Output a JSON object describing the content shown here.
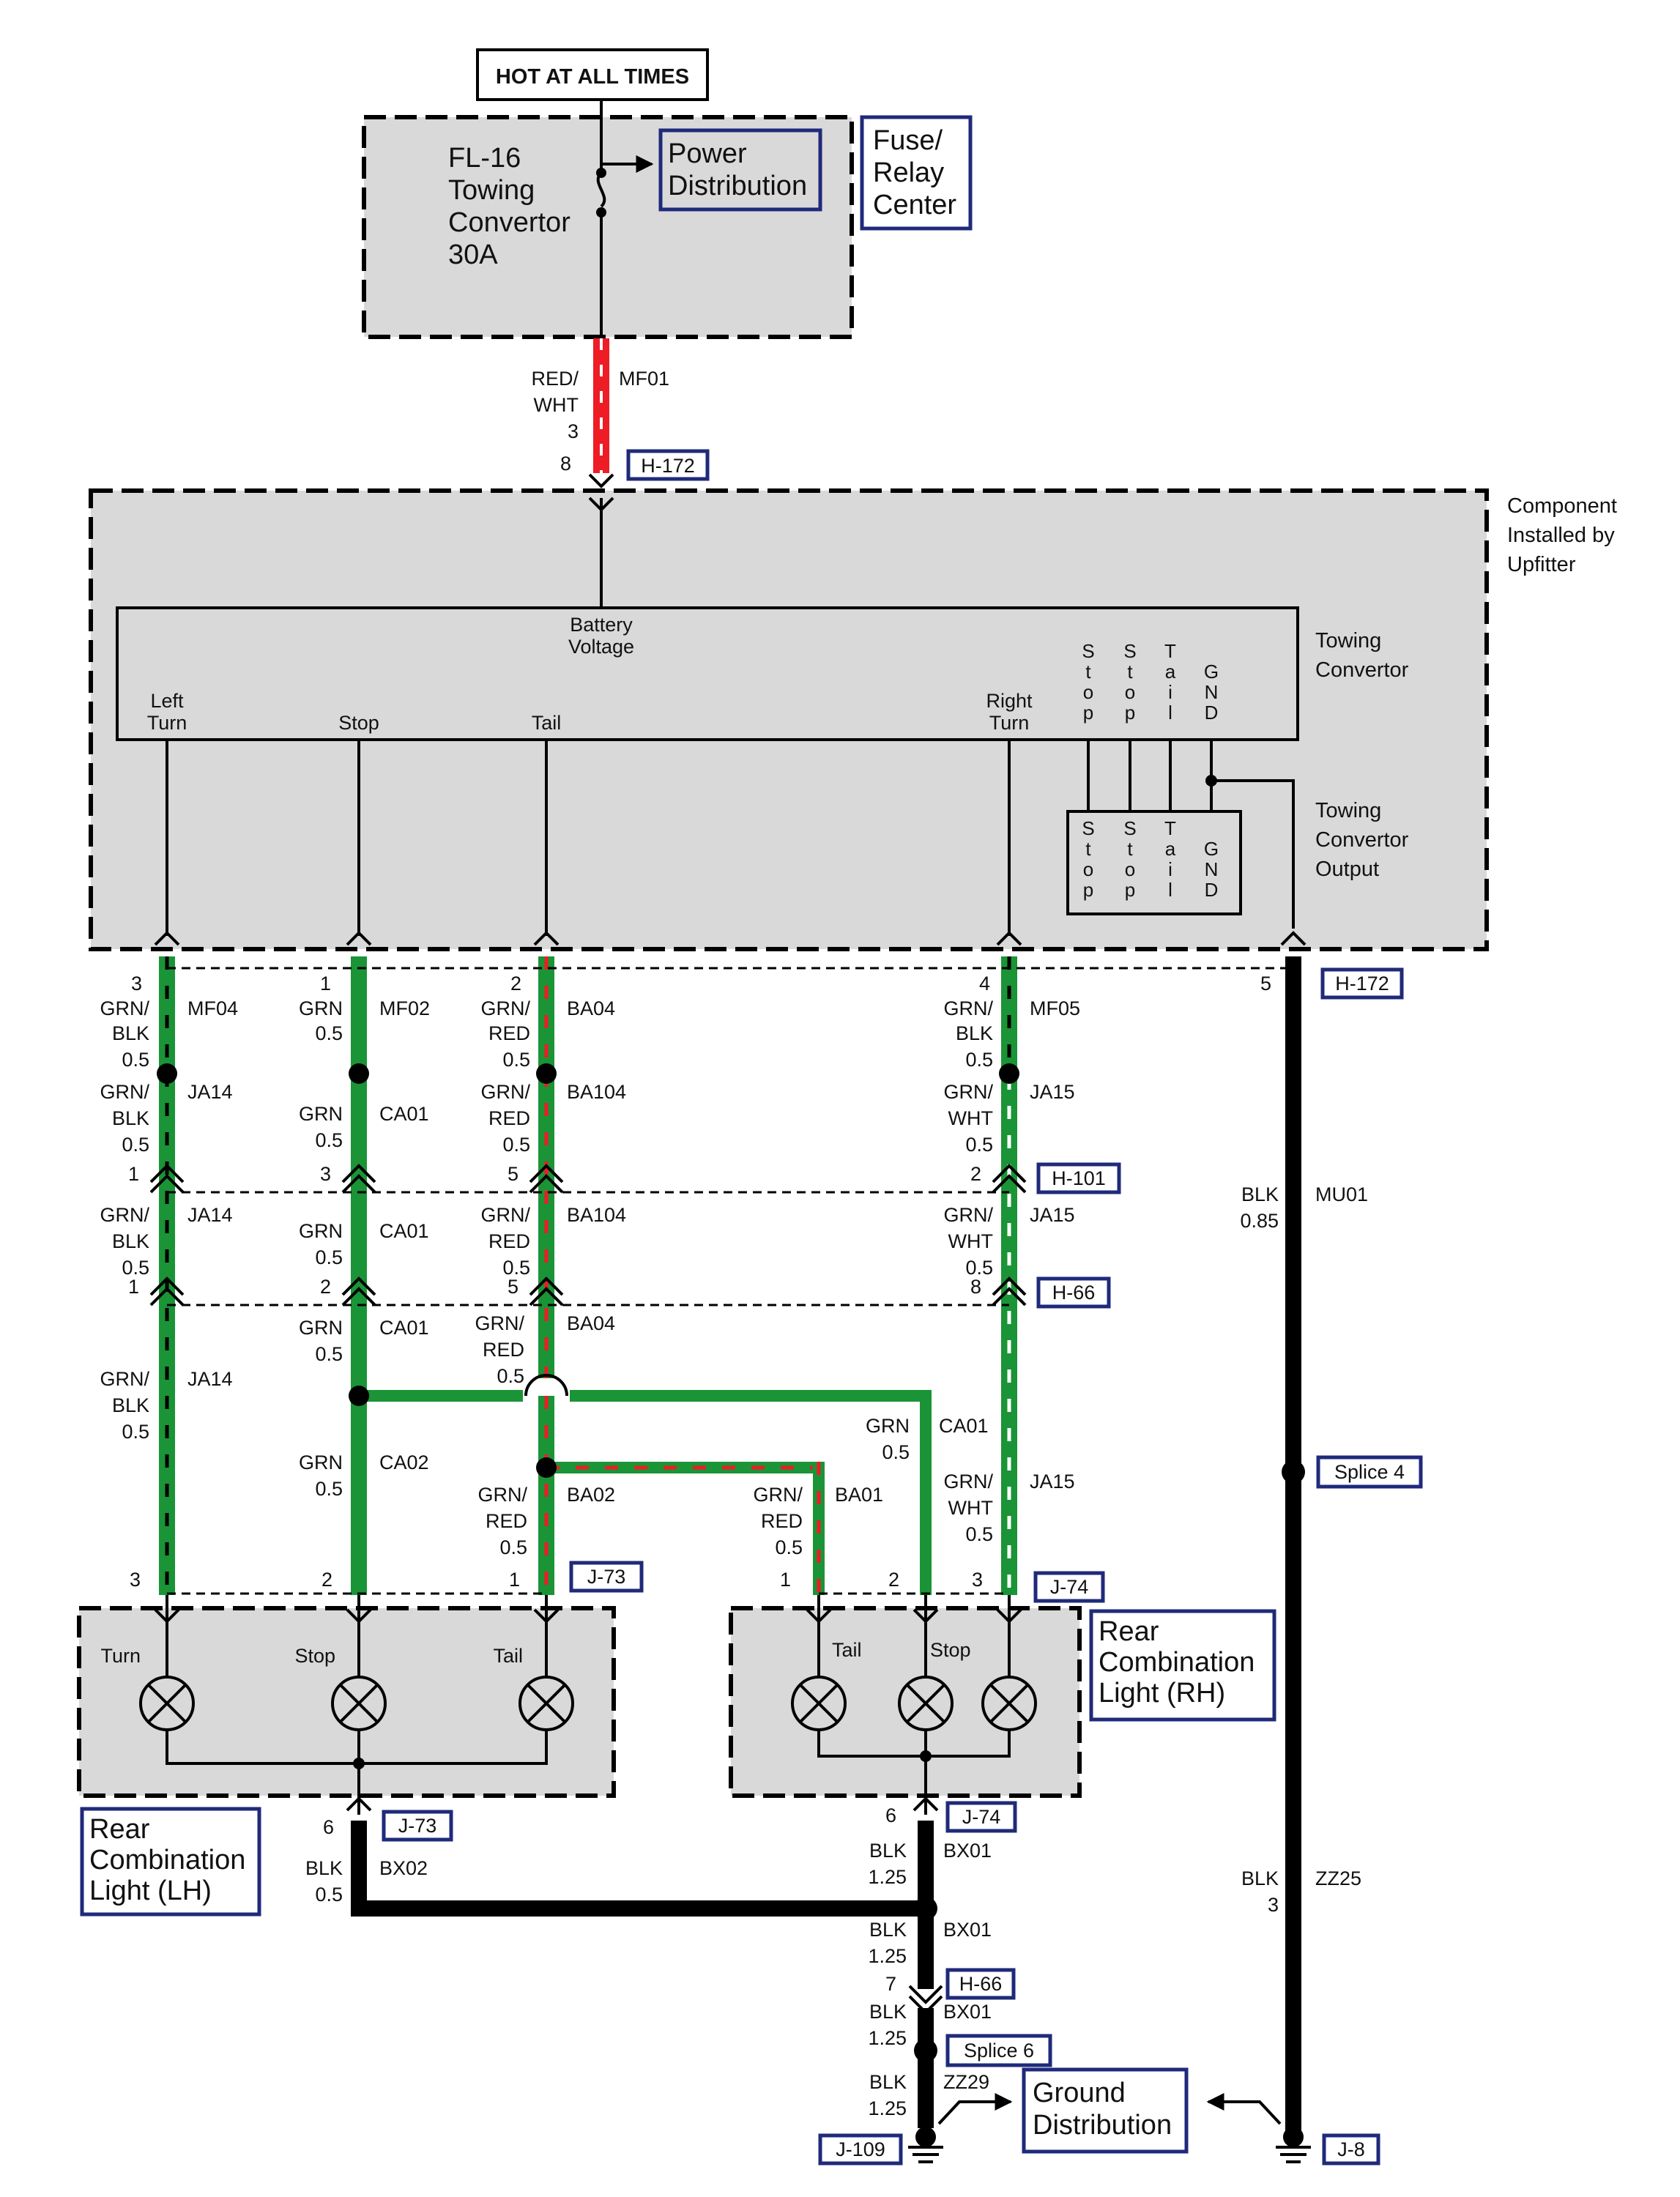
{
  "header": {
    "hot_label": "HOT AT ALL TIMES"
  },
  "fuse_box": {
    "fuse_line1": "FL-16",
    "fuse_line2": "Towing",
    "fuse_line3": "Convertor",
    "fuse_line4": "30A",
    "power_dist_line1": "Power",
    "power_dist_line2": "Distribution",
    "center_line1": "Fuse/",
    "center_line2": "Relay",
    "center_line3": "Center"
  },
  "supply_wire": {
    "color1": "RED/",
    "color2": "WHT",
    "gauge": "3",
    "circuit": "MF01",
    "pin": "8",
    "connector": "H-172"
  },
  "upfitter": {
    "line1": "Component",
    "line2": "Installed by",
    "line3": "Upfitter"
  },
  "convertor": {
    "battery1": "Battery",
    "battery2": "Voltage",
    "left1": "Left",
    "left2": "Turn",
    "stop": "Stop",
    "tail": "Tail",
    "right1": "Right",
    "right2": "Turn",
    "name1": "Towing",
    "name2": "Convertor",
    "out_name1": "Towing",
    "out_name2": "Convertor",
    "out_name3": "Output",
    "vert_stop": "Stop",
    "vert_tail": "Tail",
    "vert_gnd": "GND"
  },
  "row_h172": {
    "p_left": "3",
    "p_stop": "1",
    "p_tail": "2",
    "p_right": "4",
    "p_gnd": "5",
    "connector": "H-172"
  },
  "wires_a": {
    "left": {
      "c1": "GRN/",
      "c2": "BLK",
      "g": "0.5",
      "id": "MF04"
    },
    "stop": {
      "c1": "GRN",
      "g": "0.5",
      "id": "MF02"
    },
    "tail": {
      "c1": "GRN/",
      "c2": "RED",
      "g": "0.5",
      "id": "BA04"
    },
    "right": {
      "c1": "GRN/",
      "c2": "BLK",
      "g": "0.5",
      "id": "MF05"
    }
  },
  "wires_b": {
    "left": {
      "c1": "GRN/",
      "c2": "BLK",
      "g": "0.5",
      "id": "JA14"
    },
    "stop": {
      "c1": "GRN",
      "g": "0.5",
      "id": "CA01"
    },
    "tail": {
      "c1": "GRN/",
      "c2": "RED",
      "g": "0.5",
      "id": "BA104"
    },
    "right": {
      "c1": "GRN/",
      "c2": "WHT",
      "g": "0.5",
      "id": "JA15"
    }
  },
  "row_h101": {
    "p_left": "1",
    "p_stop": "3",
    "p_tail": "5",
    "p_right": "2",
    "connector": "H-101"
  },
  "wires_c": {
    "left": {
      "c1": "GRN/",
      "c2": "BLK",
      "g": "0.5",
      "id": "JA14"
    },
    "stop": {
      "c1": "GRN",
      "g": "0.5",
      "id": "CA01"
    },
    "tail": {
      "c1": "GRN/",
      "c2": "RED",
      "g": "0.5",
      "id": "BA104"
    },
    "right": {
      "c1": "GRN/",
      "c2": "WHT",
      "g": "0.5",
      "id": "JA15"
    }
  },
  "row_h66": {
    "p_left": "1",
    "p_stop": "2",
    "p_tail": "5",
    "p_right": "8",
    "connector": "H-66"
  },
  "wires_d": {
    "left": {
      "c1": "GRN/",
      "c2": "BLK",
      "g": "0.5",
      "id": "JA14"
    },
    "stop": {
      "c1": "GRN",
      "g": "0.5",
      "id": "CA01"
    },
    "tail": {
      "c1": "GRN/",
      "c2": "RED",
      "g": "0.5",
      "id": "BA04"
    },
    "stop2": {
      "c1": "GRN",
      "g": "0.5",
      "id": "CA02"
    },
    "rh_stop": {
      "c1": "GRN",
      "g": "0.5",
      "id": "CA01"
    },
    "right": {
      "c1": "GRN/",
      "c2": "WHT",
      "g": "0.5",
      "id": "JA15"
    },
    "tail_lh": {
      "c1": "GRN/",
      "c2": "RED",
      "g": "0.5",
      "id": "BA02"
    },
    "tail_rh": {
      "c1": "GRN/",
      "c2": "RED",
      "g": "0.5",
      "id": "BA01"
    }
  },
  "gnd_wire": {
    "c1": "BLK",
    "g": "0.85",
    "id": "MU01",
    "splice": "Splice 4",
    "c2": "BLK",
    "g2": "3",
    "id2": "ZZ25"
  },
  "lh_lamp": {
    "p1": "3",
    "p2": "2",
    "p3": "1",
    "connector": "J-73",
    "turn": "Turn",
    "stop": "Stop",
    "tail": "Tail",
    "name1": "Rear",
    "name2": "Combination",
    "name3": "Light (LH)",
    "gnd_pin": "6",
    "gnd_connector": "J-73"
  },
  "rh_lamp": {
    "p1": "1",
    "p2": "2",
    "p3": "3",
    "connector": "J-74",
    "tail": "Tail",
    "stop": "Stop",
    "name1": "Rear",
    "name2": "Combination",
    "name3": "Light (RH)",
    "gnd_pin": "6",
    "gnd_connector": "J-74"
  },
  "ground": {
    "lh_c1": "BLK",
    "lh_g": "0.5",
    "lh_id": "BX02",
    "rh_c1": "BLK",
    "rh_g": "1.25",
    "rh_id": "BX01",
    "j_c1": "BLK",
    "j_g": "1.25",
    "j_id": "BX01",
    "h66_pin": "7",
    "h66": "H-66",
    "s6_c1": "BLK",
    "s6_g": "1.25",
    "s6_id": "BX01",
    "splice6": "Splice 6",
    "zz_c1": "BLK",
    "zz_g": "1.25",
    "zz_id": "ZZ29",
    "gd1": "Ground",
    "gd2": "Distribution",
    "j109": "J-109",
    "j8": "J-8"
  },
  "colors": {
    "green": "#1a9436",
    "red": "#ee1c24",
    "black": "#000000",
    "navy": "#1f2a7a",
    "panel": "#d9d9d9"
  }
}
